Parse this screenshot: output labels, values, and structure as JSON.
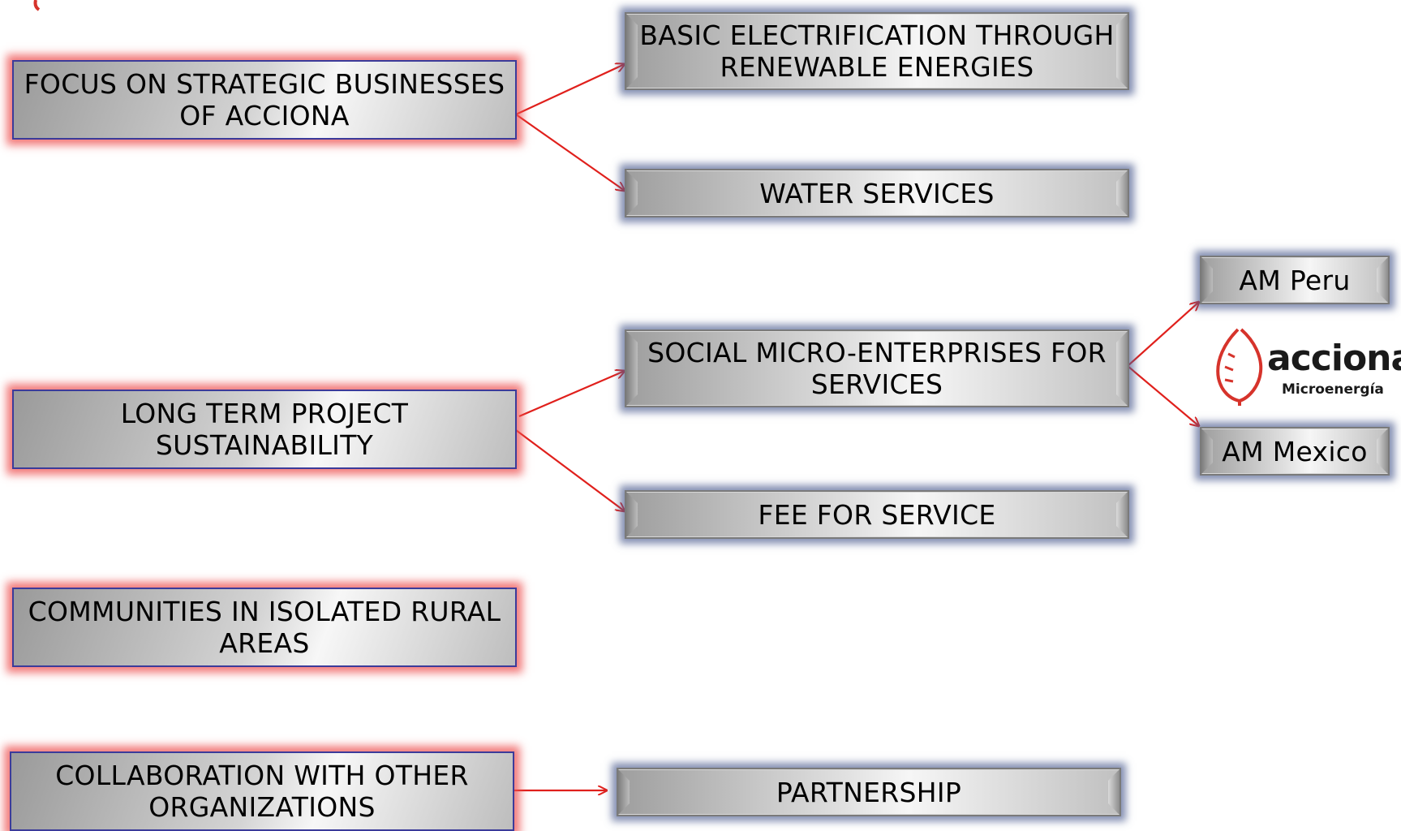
{
  "left_boxes": [
    {
      "text": "FOCUS ON STRATEGIC BUSINESSES OF ACCIONA"
    },
    {
      "text": "LONG TERM PROJECT SUSTAINABILITY"
    },
    {
      "text": "COMMUNITIES IN ISOLATED RURAL AREAS"
    },
    {
      "text": "COLLABORATION WITH OTHER ORGANIZATIONS"
    }
  ],
  "middle_boxes": [
    {
      "text": "BASIC ELECTRIFICATION THROUGH RENEWABLE ENERGIES"
    },
    {
      "text": "WATER SERVICES"
    },
    {
      "text": "SOCIAL MICRO-ENTERPRISES FOR SERVICES"
    },
    {
      "text": "FEE FOR SERVICE"
    },
    {
      "text": "PARTNERSHIP"
    }
  ],
  "right_boxes": [
    {
      "text": "AM Peru"
    },
    {
      "text": "AM Mexico"
    }
  ],
  "logo": {
    "word": "acciona",
    "sub": "Microenergía"
  },
  "colors": {
    "arrow": "#e0201c",
    "left_glow": "#ee5050",
    "right_glow": "#505f91",
    "logo_red": "#d6332b"
  }
}
